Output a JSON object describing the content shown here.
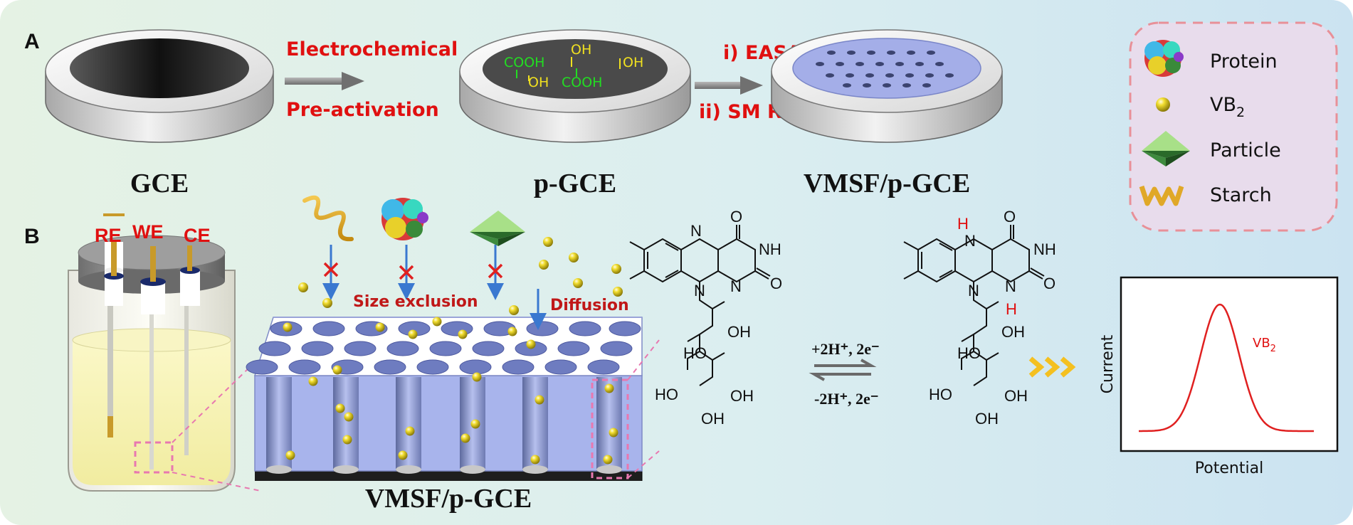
{
  "panels": {
    "a": "A",
    "b": "B"
  },
  "steps": {
    "step1_line1": "Electrochemical",
    "step1_line2": "Pre-activation",
    "step2_line1": "i) EASA",
    "step2_line2": "ii) SM Removal"
  },
  "electrodes": {
    "gce": "GCE",
    "pgce": "p-GCE",
    "vmsf": "VMSF/p-GCE",
    "groups": [
      "COOH",
      "OH",
      "OH",
      "OH",
      "COOH"
    ]
  },
  "legend": {
    "items": [
      {
        "icon": "protein-icon",
        "label": "Protein"
      },
      {
        "icon": "vb2-icon",
        "label": "VB",
        "sub": "2"
      },
      {
        "icon": "particle-icon",
        "label": "Particle"
      },
      {
        "icon": "starch-icon",
        "label": "Starch"
      }
    ]
  },
  "cell": {
    "re": "RE",
    "we": "WE",
    "ce": "CE"
  },
  "film": {
    "title": "VMSF/p-GCE",
    "size_exclusion": "Size exclusion",
    "diffusion": "Diffusion"
  },
  "reaction": {
    "forward": "+2H⁺, 2e⁻",
    "backward": "-2H⁺, 2e⁻",
    "atoms": {
      "N": "N",
      "NH": "NH",
      "O": "O",
      "H": "H",
      "HO": "HO",
      "OH": "OH"
    }
  },
  "plot": {
    "xlabel": "Potential",
    "ylabel": "Current",
    "peak_label": "VB",
    "peak_sub": "2"
  },
  "colors": {
    "accent_red": "#e01010",
    "vb2_yellow": "#e8d020",
    "film_blue": "#a8b4ec",
    "legend_border": "#e89098"
  }
}
